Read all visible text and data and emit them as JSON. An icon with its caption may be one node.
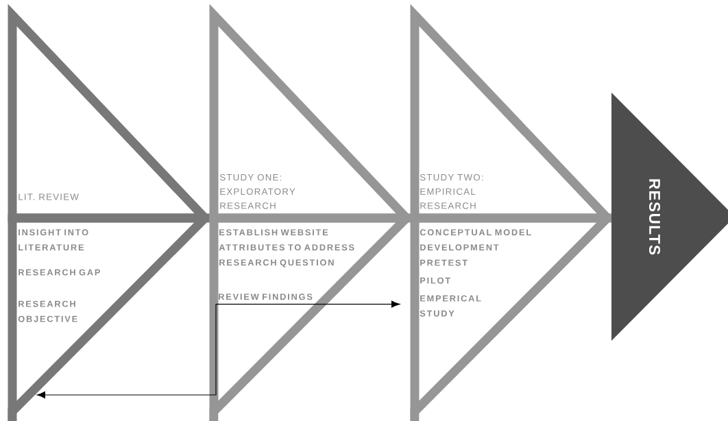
{
  "diagram": {
    "nodes": [
      {
        "text": [
          "LIT. REVIEW"
        ]
      },
      {
        "text": [
          "INSIGHT INTO LITERATURE",
          "RESEARCH GAP",
          "RESEARCH OBJECTIVE"
        ]
      },
      {
        "text": [
          "STUDY ONE: EXPLORATORY RESEARCH"
        ]
      },
      {
        "text": [
          "ESTABLISH WEBSITE ATTRIBUTES TO ADDRESS RESEARCH QUESTION"
        ]
      },
      {
        "text": [
          "REVIEW FINDINGS"
        ],
        "in": 3
      },
      {
        "text": [
          "STUDY TWO: EMPIRICAL RESEARCH"
        ]
      },
      {
        "text": [
          "CONCEPTUAL MODEL DEVELOPMENT",
          "PRETEST",
          "PILOT",
          "EMPERICAL STUDY"
        ]
      },
      {
        "text": [
          "RESULTS"
        ]
      }
    ],
    "edges": [
      {
        "from": 4,
        "to": 6,
        "arrow": "to"
      },
      {
        "from": 4,
        "to": 1,
        "arrow": "to"
      }
    ]
  }
}
